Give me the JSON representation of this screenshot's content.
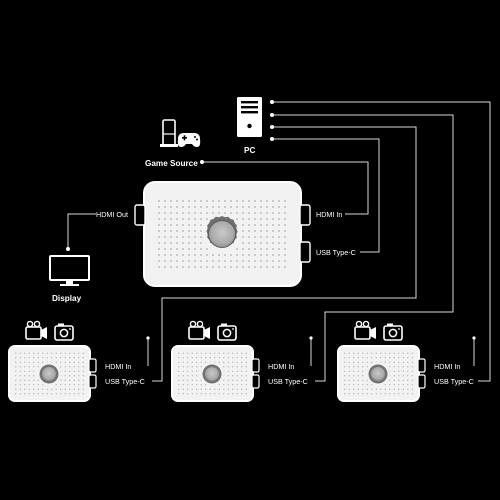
{
  "labels": {
    "game_source": "Game Source",
    "pc": "PC",
    "display": "Display",
    "main_hdmi_out": "HDMI Out",
    "main_hdmi_in": "HDMI In",
    "main_usb_c": "USB Type-C",
    "capture_hdmi_in": "HDMI In",
    "capture_usb_c": "USB Type-C"
  },
  "icons": {
    "console": "game-console-icon",
    "gamepad": "gamepad-icon",
    "pc": "pc-tower-icon",
    "display": "monitor-icon",
    "camcorder": "video-camera-icon",
    "camera": "photo-camera-icon"
  },
  "colors": {
    "background": "#000000",
    "device_fill": "#f2f2f2",
    "device_border": "#ffffff",
    "wire": "#d8d8d8",
    "text": "#ffffff"
  }
}
